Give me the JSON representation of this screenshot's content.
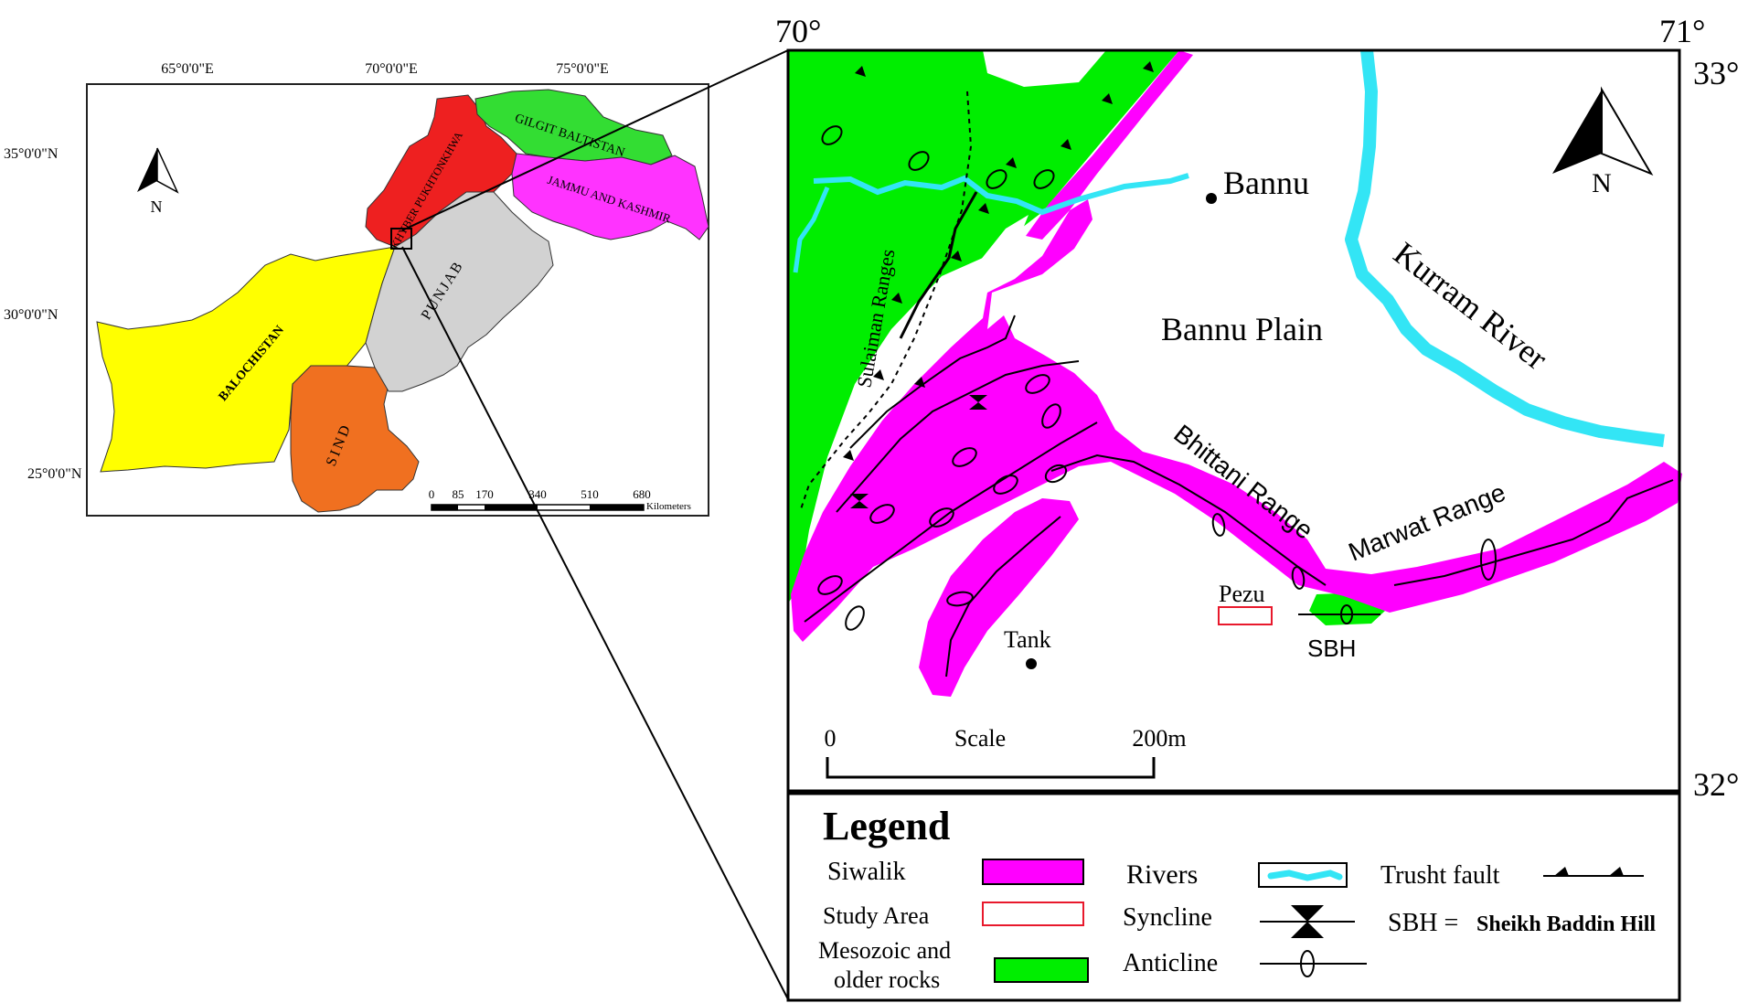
{
  "colors": {
    "siwalik": "#ff00ff",
    "mesozoic": "#00ee00",
    "river": "#33e5f5",
    "study_area": "#e8192c",
    "balochistan": "#ffff00",
    "sind": "#f07020",
    "punjab": "#d2d2d2",
    "kpk": "#ee2020",
    "gilgit": "#33dd33",
    "kashmir": "#ff33ff",
    "line": "#111111"
  },
  "index_map": {
    "longitudes": [
      "65°0'0\"E",
      "70°0'0\"E",
      "75°0'0\"E"
    ],
    "latitudes": [
      "35°0'0\"N",
      "30°0'0\"N",
      "25°0'0\"N"
    ],
    "north": "N",
    "provinces": {
      "balochistan": "BALOCHISTAN",
      "sind": "SIND",
      "punjab": "PUNJAB",
      "kpk": "KHYBER PUKHTONKHWA",
      "gilgit": "GILGIT BALTISTAN",
      "kashmir": "JAMMU AND KASHMIR"
    },
    "scale_ticks": [
      "0",
      "85",
      "170",
      "340",
      "510",
      "680"
    ],
    "scale_unit": "Kilometers"
  },
  "main_map": {
    "corner_labels": {
      "top_left_lon": "70°",
      "top_right_lon": "71°",
      "right_top_lat": "33°",
      "right_bottom_lat": "32°"
    },
    "north": "N",
    "places": {
      "bannu": "Bannu",
      "bannu_plain": "Bannu Plain",
      "kurram_river": "Kurram River",
      "sulaiman": "Sulaiman Ranges",
      "bhittani": "Bhittani Range",
      "marwat": "Marwat Range",
      "pezu": "Pezu",
      "tank": "Tank",
      "sbh": "SBH"
    },
    "scale": {
      "start": "0",
      "label": "Scale",
      "end": "200m"
    }
  },
  "legend": {
    "title": "Legend",
    "siwalik": "Siwalik",
    "study_area": "Study Area",
    "mesozoic_1": "Mesozoic and",
    "mesozoic_2": "older rocks",
    "rivers": "Rivers",
    "syncline": "Syncline",
    "anticline": "Anticline",
    "thrust": "Trusht fault",
    "sbh_abbr": "SBH =",
    "sbh_full": "Sheikh Baddin Hill"
  }
}
